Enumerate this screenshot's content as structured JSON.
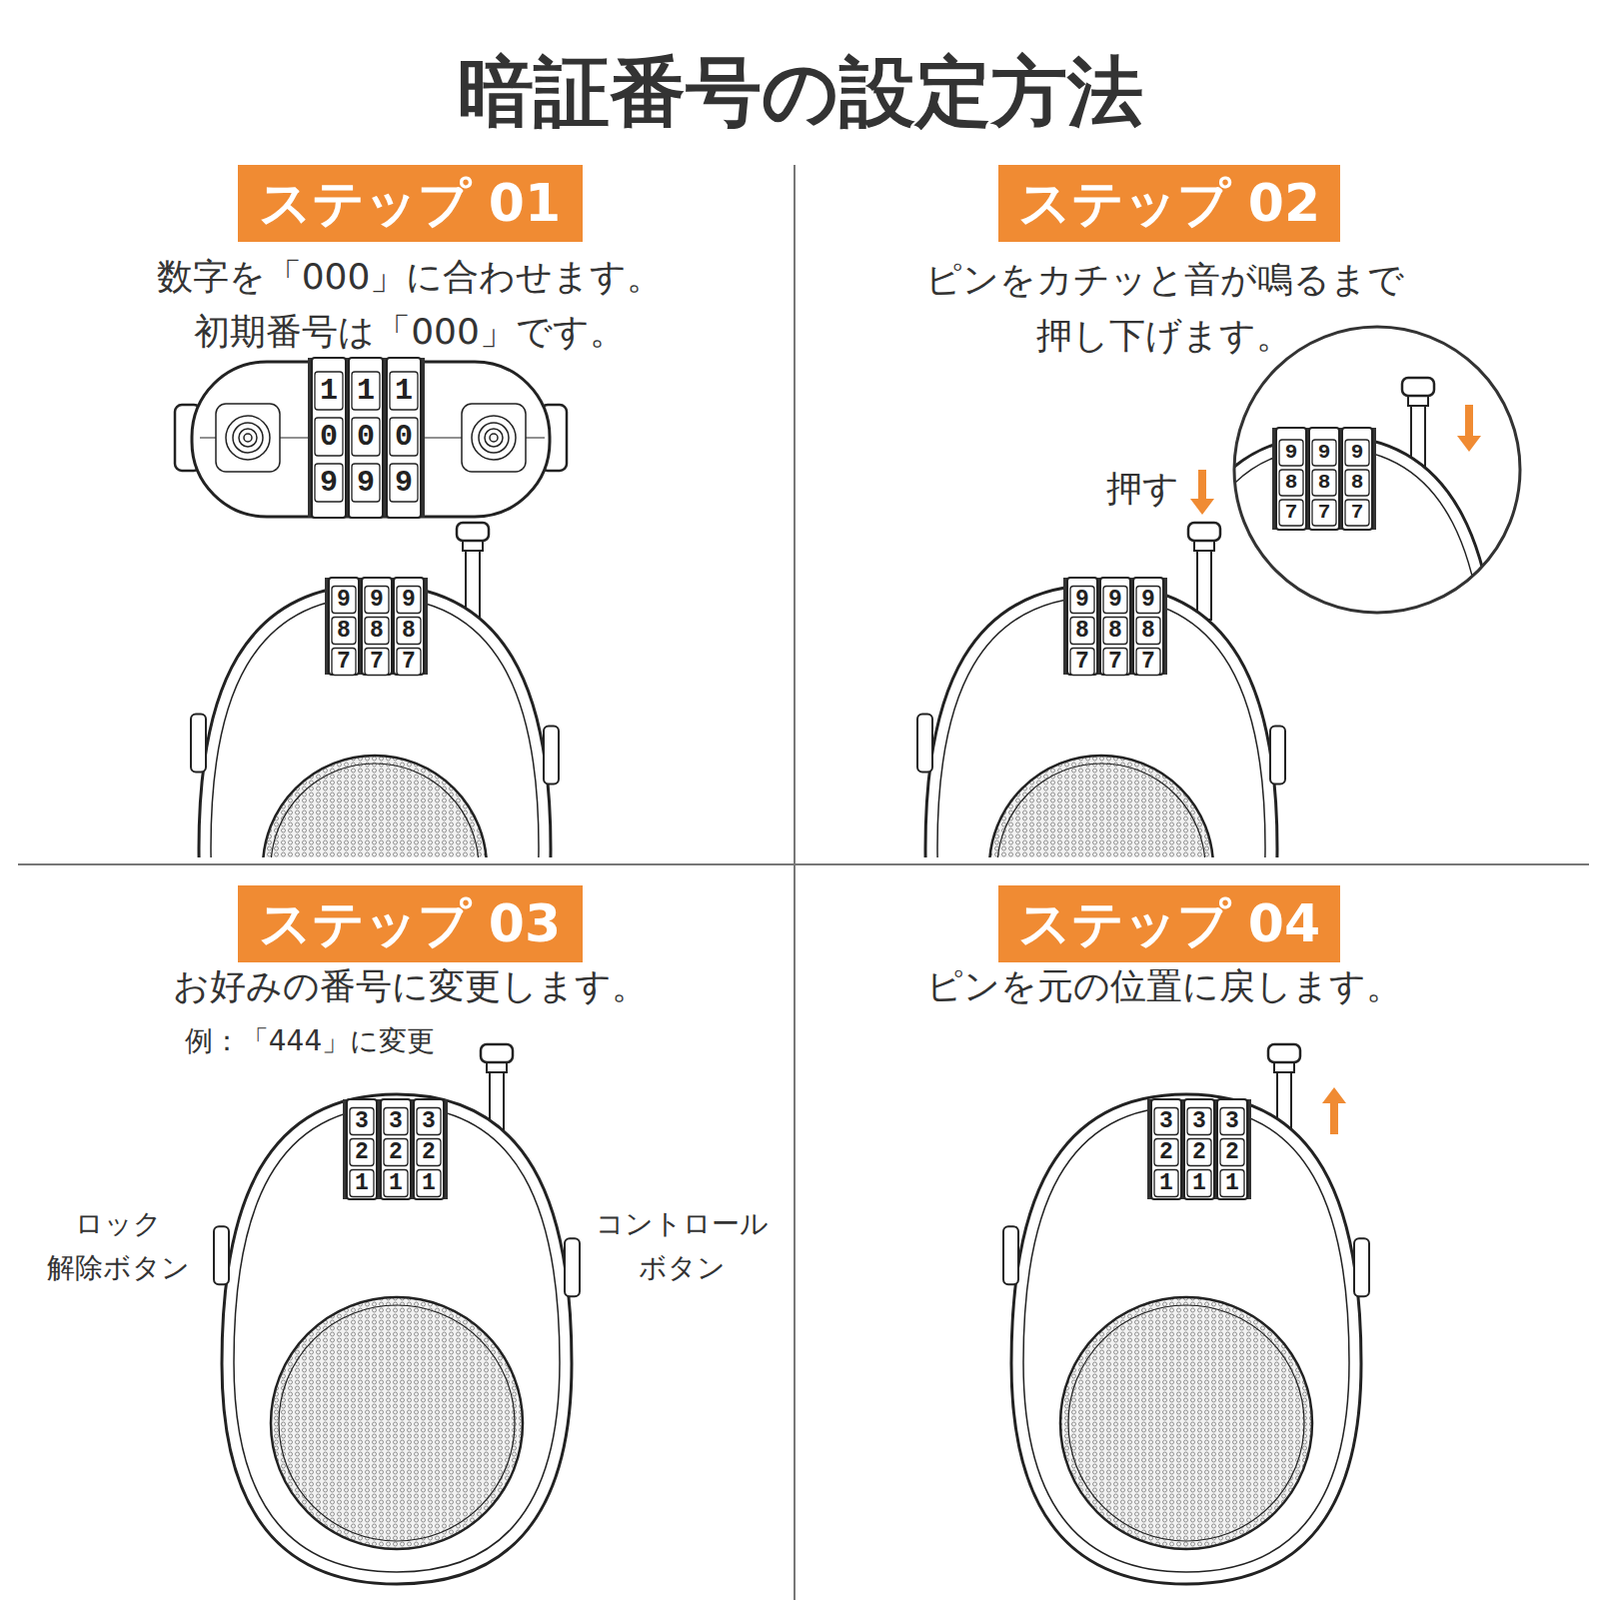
{
  "diagram": {
    "title": "暗証番号の設定方法",
    "nodes": [
      {
        "text": [
          "ステップ 01"
        ]
      },
      {
        "text": [
          "ステップ 02"
        ]
      },
      {
        "text": [
          "ステップ 03"
        ]
      },
      {
        "text": [
          "ステップ 04"
        ]
      }
    ],
    "labels": [
      "数字を「000」に合わせます。",
      "初期番号は「000」です。",
      "1 0 9",
      "1 0 9",
      "1 0 9",
      "9 8 7",
      "9 8 7",
      "9 8 7",
      "ピンをカチッと音が鳴るまで 押し下げます。",
      "押す",
      "9 8 7",
      "9 8 7",
      "9 8 7",
      "9 8 7",
      "9 8 7",
      "9 8 7",
      "お好みの番号に変更します。",
      "例：「444」に変更",
      "3 2 1",
      "3 2 1",
      "3 2 1",
      "ロック 解除ボタン",
      "コントロール ボタン",
      "ピンを元の位置に戻します。",
      "3 2 1",
      "3 2 1",
      "3 2 1"
    ]
  }
}
